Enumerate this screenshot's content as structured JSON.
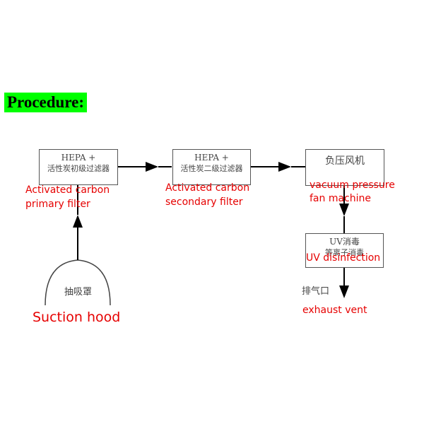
{
  "title": "Procedure:",
  "hepa1": {
    "line1": "HEPA +",
    "line2": "活性炭初级过滤器",
    "en_line1": "Activated carbon",
    "en_line2": "primary filter"
  },
  "hepa2": {
    "line1": "HEPA +",
    "line2": "活性炭二级过滤器",
    "en_line1": "Activated carbon",
    "en_line2": "secondary filter"
  },
  "fan": {
    "cn": "负压风机",
    "en_line1": "vacuum pressure",
    "en_line2": "fan machine"
  },
  "uv": {
    "cn_line1": "UV消毒",
    "cn_line2": "等离子消毒",
    "en": "UV disinfection"
  },
  "exhaust": {
    "cn": "排气口",
    "en": "exhaust vent"
  },
  "hood": {
    "cn": "抽吸罩",
    "en": "Suction hood"
  },
  "colors": {
    "highlight": "#00ff00",
    "annotation": "#e60000",
    "line": "#000000"
  }
}
